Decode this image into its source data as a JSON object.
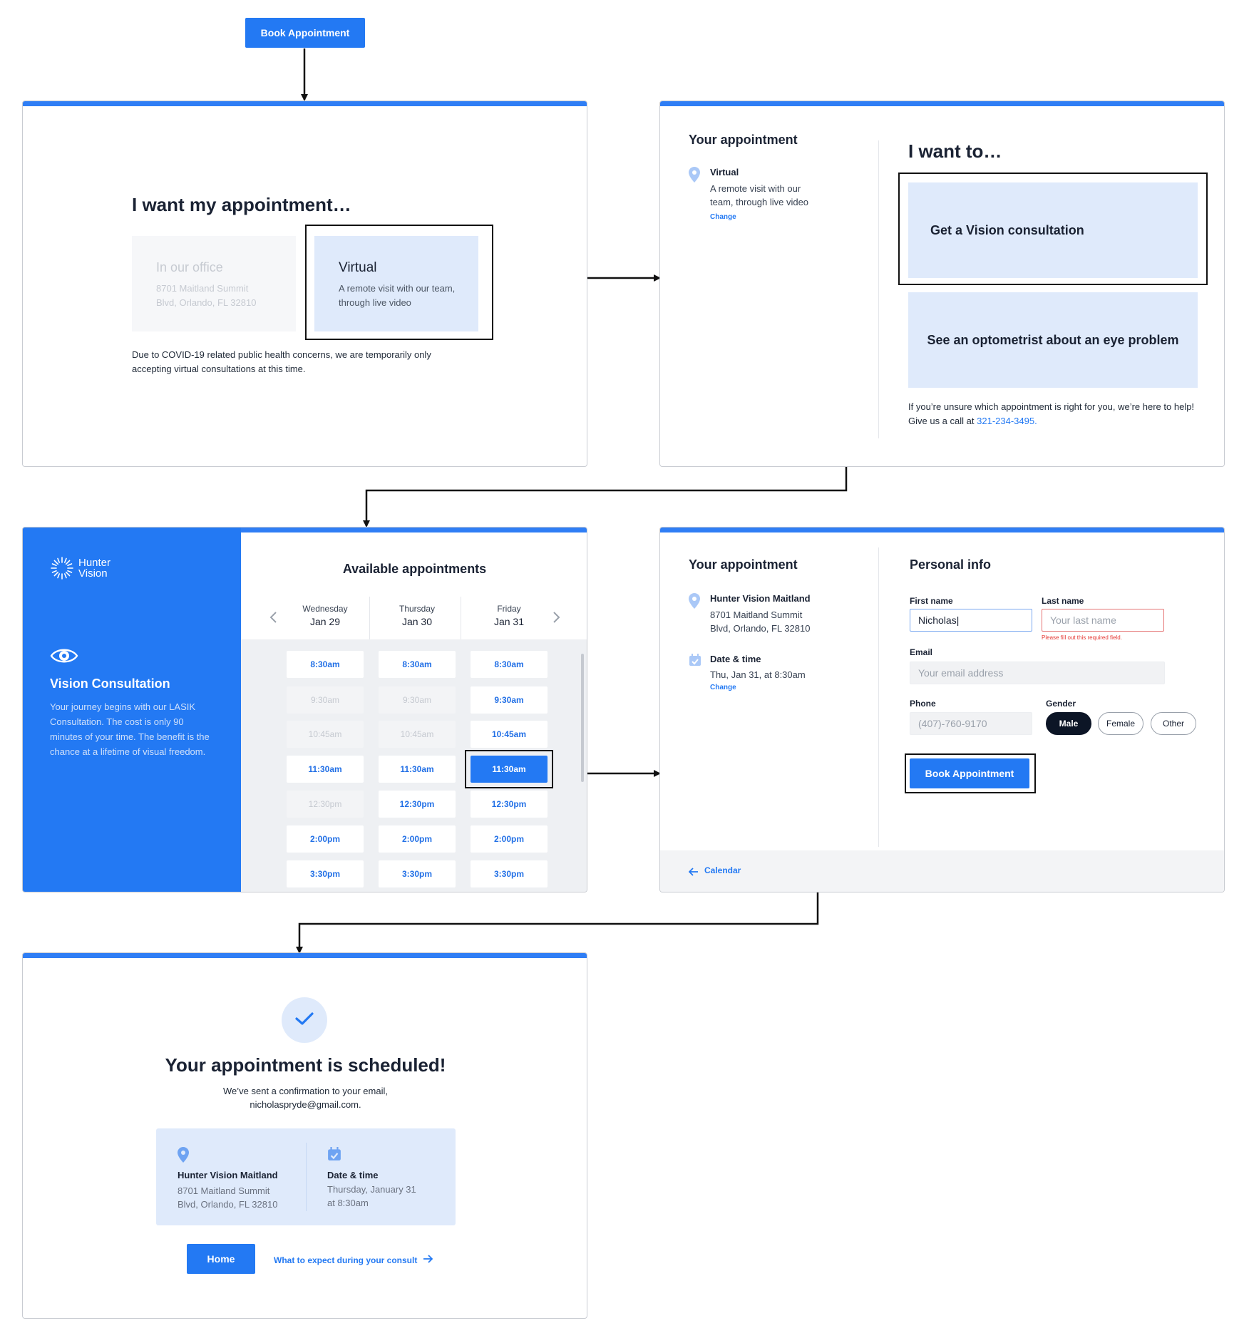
{
  "flow_start": {
    "book_label": "Book Appointment"
  },
  "screen1": {
    "title": "I want my appointment…",
    "office": {
      "title": "In our office",
      "address": "8701 Maitland Summit Blvd, Orlando, FL 32810"
    },
    "virtual": {
      "title": "Virtual",
      "desc": "A remote visit with our team, through live video"
    },
    "notice": "Due to COVID-19 related public health concerns, we are temporarily only accepting virtual consultations at this time."
  },
  "screen2": {
    "sidebar_title": "Your appointment",
    "type_title": "Virtual",
    "type_desc": "A remote visit with our team, through live video",
    "change_label": "Change",
    "title": "I want to…",
    "option1": "Get a Vision consultation",
    "option2": "See an optometrist about an eye problem",
    "help_text": "If you’re unsure which appointment is right for you, we’re here to help! Give us a call at",
    "phone": "321-234-3495."
  },
  "screen3": {
    "logo_line1": "Hunter",
    "logo_line2": "Vision",
    "service_title": "Vision Consultation",
    "service_desc": "Your journey begins with our LASIK Consultation. The cost is only 90 minutes of your time. The benefit is the chance at a lifetime of visual freedom.",
    "title": "Available appointments",
    "days": [
      {
        "weekday": "Wednesday",
        "date": "Jan 29"
      },
      {
        "weekday": "Thursday",
        "date": "Jan 30"
      },
      {
        "weekday": "Friday",
        "date": "Jan 31"
      }
    ],
    "slots": [
      [
        "8:30am",
        "9:30am",
        "10:45am",
        "11:30am",
        "12:30pm",
        "2:00pm",
        "3:30pm"
      ],
      [
        "8:30am",
        "9:30am",
        "10:45am",
        "11:30am",
        "12:30pm",
        "2:00pm",
        "3:30pm"
      ],
      [
        "8:30am",
        "9:30am",
        "10:45am",
        "11:30am",
        "12:30pm",
        "2:00pm",
        "3:30pm"
      ]
    ],
    "selected_slot": "11:30am"
  },
  "screen4": {
    "sidebar_title": "Your appointment",
    "location_title": "Hunter Vision Maitland",
    "location_address": "8701 Maitland Summit Blvd, Orlando, FL 32810",
    "datetime_title": "Date & time",
    "datetime_value": "Thu, Jan 31, at 8:30am",
    "change_label": "Change",
    "title": "Personal info",
    "first_name_label": "First name",
    "first_name_value": "Nicholas|",
    "last_name_label": "Last name",
    "last_name_placeholder": "Your last name",
    "last_name_error": "Please fill out this required field.",
    "email_label": "Email",
    "email_placeholder": "Your email address",
    "phone_label": "Phone",
    "phone_placeholder": "(407)-760-9170",
    "gender_label": "Gender",
    "gender_options": [
      "Male",
      "Female",
      "Other"
    ],
    "book_label": "Book Appointment",
    "back_label": "Calendar"
  },
  "screen5": {
    "title": "Your appointment is scheduled!",
    "confirm_line1": "We’ve sent a confirmation to your email,",
    "confirm_line2": "nicholaspryde@gmail.com.",
    "location_title": "Hunter Vision Maitland",
    "location_address": "8701 Maitland Summit Blvd, Orlando, FL 32810",
    "datetime_title": "Date & time",
    "datetime_line1": "Thursday, January 31",
    "datetime_line2": "at 8:30am",
    "home_label": "Home",
    "expect_label": "What to expect during your consult"
  },
  "colors": {
    "accent": "#2379f3",
    "light_blue": "#dfeafb",
    "dark": "#0c1526",
    "error": "#e53935"
  },
  "icons": [
    "location-pin-icon",
    "calendar-icon",
    "eye-icon",
    "check-icon",
    "chevron-left-icon",
    "chevron-right-icon",
    "arrow-left-icon",
    "arrow-right-icon",
    "sun-logo-icon"
  ]
}
